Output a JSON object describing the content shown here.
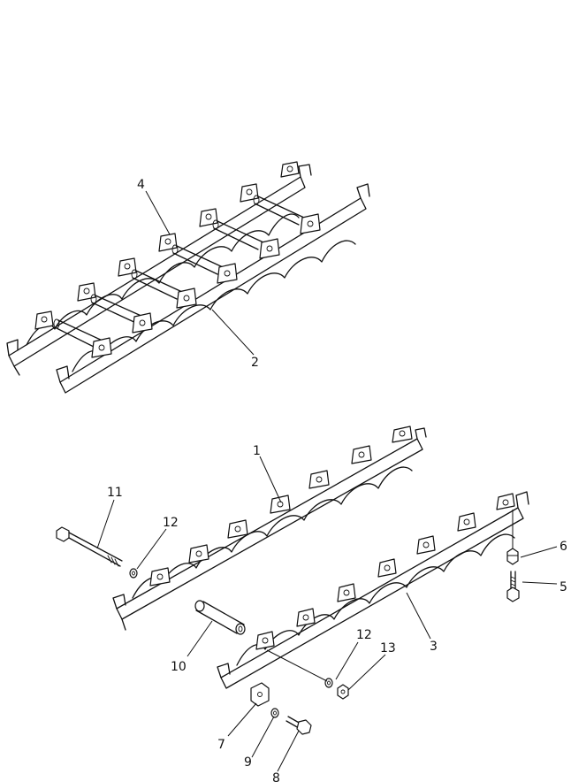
{
  "callouts": [
    {
      "id": "c4",
      "label": "4"
    },
    {
      "id": "c2",
      "label": "2"
    },
    {
      "id": "c1",
      "label": "1"
    },
    {
      "id": "c11",
      "label": "11"
    },
    {
      "id": "c12a",
      "label": "12"
    },
    {
      "id": "c6",
      "label": "6"
    },
    {
      "id": "c5",
      "label": "5"
    },
    {
      "id": "c3",
      "label": "3"
    },
    {
      "id": "c10",
      "label": "10"
    },
    {
      "id": "c12b",
      "label": "12"
    },
    {
      "id": "c13",
      "label": "13"
    },
    {
      "id": "c7",
      "label": "7"
    },
    {
      "id": "c9",
      "label": "9"
    },
    {
      "id": "c8",
      "label": "8"
    }
  ]
}
